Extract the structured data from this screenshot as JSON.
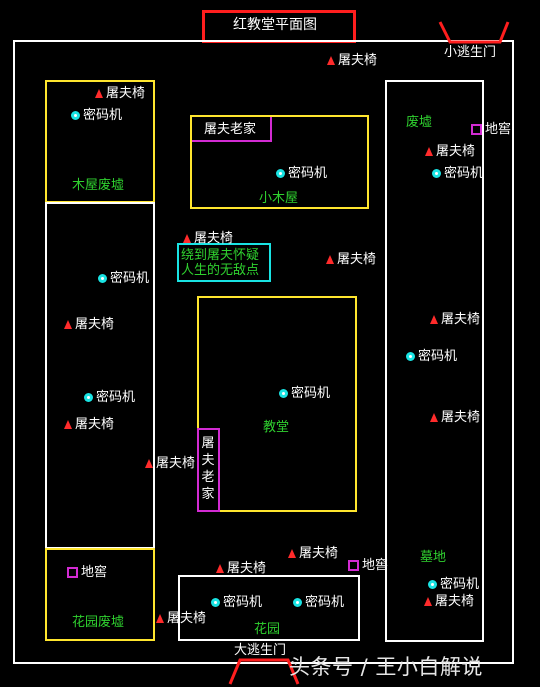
{
  "title": "红教堂平面图",
  "exits": {
    "small": "小逃生门",
    "big": "大逃生门"
  },
  "watermark": "头条号 / 王小白解说",
  "legend": {
    "chair": "屠夫椅",
    "cipher": "密码机",
    "cellar": "地窖"
  },
  "areas": {
    "cabin_ruins": "木屋废墟",
    "killer_home_top": "屠夫老家",
    "small_cabin": "小木屋",
    "ruins_right": "废墟",
    "blind_spot": "绕到屠夫怀疑人生的无敌点",
    "church": "教堂",
    "killer_home_side": "屠夫老家",
    "garden_ruins": "花园废墟",
    "garden": "花园",
    "graveyard": "墓地"
  },
  "colors": {
    "outer": "#ffffff",
    "yellow": "#ffe62e",
    "red": "#ff1e1e",
    "cyan": "#19e3e3",
    "magenta": "#d32bd3",
    "green": "#2fd12f"
  }
}
